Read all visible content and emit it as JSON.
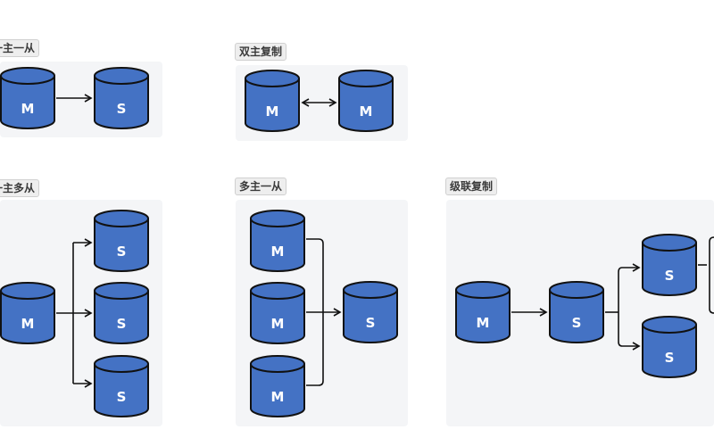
{
  "sections": [
    {
      "id": "one-master-one-slave",
      "label": "一主一从"
    },
    {
      "id": "dual-master",
      "label": "双主复制"
    },
    {
      "id": "one-master-multi-slave",
      "label": "一主多从"
    },
    {
      "id": "multi-master-one-slave",
      "label": "多主一从"
    },
    {
      "id": "cascade",
      "label": "级联复制"
    }
  ],
  "nodes": {
    "master": "M",
    "slave": "S"
  },
  "colors": {
    "db_fill": "#4472c4",
    "db_stroke": "#111111",
    "panel_bg": "#f4f5f7",
    "arrow": "#111111"
  }
}
